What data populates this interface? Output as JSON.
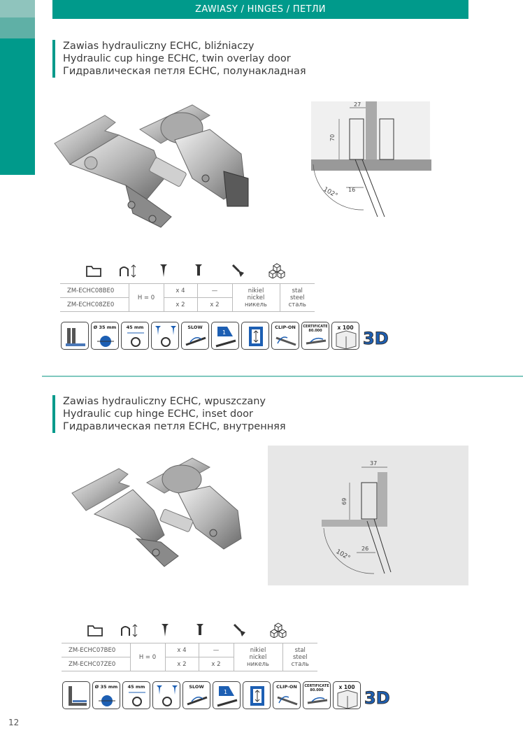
{
  "header": {
    "title": "ZAWIASY / HINGES / ПЕТЛИ"
  },
  "products": [
    {
      "title_pl": "Zawias hydrauliczny ECHC, bliźniaczy",
      "title_en": "Hydraulic cup hinge ECHC, twin overlay door",
      "title_ru": "Гидравлическая петля ECHC, полунакладная",
      "diagram": {
        "dim_top": "27",
        "dim_side": "70",
        "dim_bottom": "16",
        "angle": "102°"
      },
      "table": {
        "codes": [
          "ZM-ECHC08BE0",
          "ZM-ECHC08ZE0"
        ],
        "height": "H = 0",
        "screws_a": [
          "x 4",
          "x 2"
        ],
        "screws_b": [
          "—",
          "x 2"
        ],
        "finish": [
          "nikiel",
          "nickel",
          "никель"
        ],
        "material": [
          "stal",
          "steel",
          "сталь"
        ]
      },
      "features": [
        "",
        "Ø 35 mm",
        "45 mm",
        "",
        "SLOW",
        "1",
        "",
        "CLIP-ON",
        "CERTIFICATE 80.000",
        "x 100",
        "3D"
      ]
    },
    {
      "title_pl": "Zawias hydrauliczny ECHC, wpuszczany",
      "title_en": "Hydraulic cup hinge ECHC, inset door",
      "title_ru": "Гидравлическая петля ECHC, внутренняя",
      "diagram": {
        "dim_top": "37",
        "dim_side": "69",
        "dim_bottom": "26",
        "angle": "102°"
      },
      "table": {
        "codes": [
          "ZM-ECHC07BE0",
          "ZM-ECHC07ZE0"
        ],
        "height": "H = 0",
        "screws_a": [
          "x 4",
          "x 2"
        ],
        "screws_b": [
          "—",
          "x 2"
        ],
        "finish": [
          "nikiel",
          "nickel",
          "никель"
        ],
        "material": [
          "stal",
          "steel",
          "сталь"
        ]
      },
      "features": [
        "",
        "Ø 35 mm",
        "45 mm",
        "",
        "SLOW",
        "1",
        "",
        "CLIP-ON",
        "CERTIFICATE 80.000",
        "x 100",
        "3D"
      ]
    }
  ],
  "page": {
    "number": "12"
  },
  "colors": {
    "accent": "#009a8b",
    "accent_light": "#8fc4bd",
    "divider": "#7fc8be"
  },
  "table_header_icons": [
    "folder-icon",
    "height-adjust-icon",
    "wood-screw-icon",
    "euro-screw-icon",
    "finish-brush-icon",
    "material-cubes-icon"
  ]
}
